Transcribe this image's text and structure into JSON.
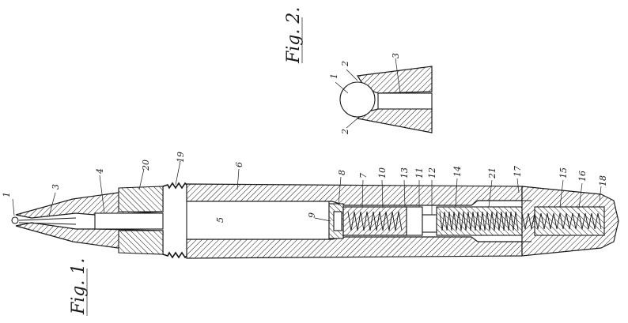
{
  "figures": {
    "fig1": {
      "label": "Fig. 1.",
      "refs": [
        "1",
        "3",
        "4",
        "20",
        "19",
        "6",
        "5",
        "8",
        "9",
        "7",
        "10",
        "13",
        "11",
        "12",
        "14",
        "21",
        "17",
        "15",
        "16",
        "18"
      ]
    },
    "fig2": {
      "label": "Fig. 2.",
      "refs": [
        "1",
        "2",
        "3",
        "2"
      ]
    }
  }
}
